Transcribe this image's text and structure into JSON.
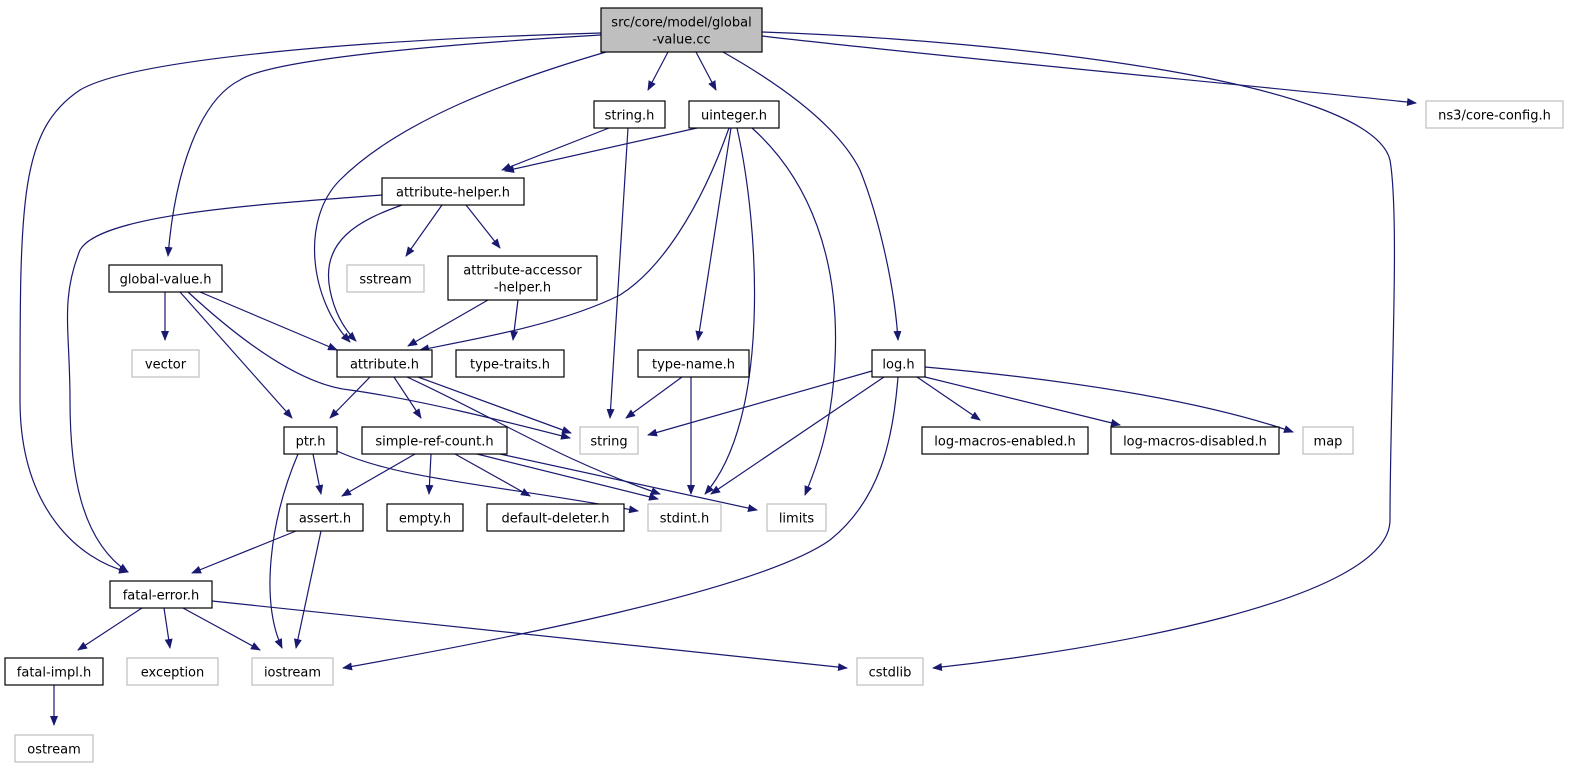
{
  "diagram": {
    "title": "",
    "colors": {
      "edge": "#191970",
      "root_fill": "#bfbfbf",
      "node_border": "#000000",
      "external_border": "#bfbfbf"
    },
    "nodes": [
      {
        "id": "global-value-cc",
        "lines": [
          "src/core/model/global",
          "-value.cc"
        ],
        "kind": "root"
      },
      {
        "id": "string-h",
        "lines": [
          "string.h"
        ],
        "kind": "file"
      },
      {
        "id": "uinteger-h",
        "lines": [
          "uinteger.h"
        ],
        "kind": "file"
      },
      {
        "id": "ns3-core-config-h",
        "lines": [
          "ns3/core-config.h"
        ],
        "kind": "external"
      },
      {
        "id": "attribute-helper-h",
        "lines": [
          "attribute-helper.h"
        ],
        "kind": "file"
      },
      {
        "id": "global-value-h",
        "lines": [
          "global-value.h"
        ],
        "kind": "file"
      },
      {
        "id": "sstream",
        "lines": [
          "sstream"
        ],
        "kind": "external"
      },
      {
        "id": "attribute-accessor-helper-h",
        "lines": [
          "attribute-accessor",
          "-helper.h"
        ],
        "kind": "file"
      },
      {
        "id": "vector",
        "lines": [
          "vector"
        ],
        "kind": "external"
      },
      {
        "id": "attribute-h",
        "lines": [
          "attribute.h"
        ],
        "kind": "file"
      },
      {
        "id": "type-traits-h",
        "lines": [
          "type-traits.h"
        ],
        "kind": "file"
      },
      {
        "id": "type-name-h",
        "lines": [
          "type-name.h"
        ],
        "kind": "file"
      },
      {
        "id": "log-h",
        "lines": [
          "log.h"
        ],
        "kind": "file"
      },
      {
        "id": "ptr-h",
        "lines": [
          "ptr.h"
        ],
        "kind": "file"
      },
      {
        "id": "simple-ref-count-h",
        "lines": [
          "simple-ref-count.h"
        ],
        "kind": "file"
      },
      {
        "id": "string",
        "lines": [
          "string"
        ],
        "kind": "external"
      },
      {
        "id": "log-macros-enabled-h",
        "lines": [
          "log-macros-enabled.h"
        ],
        "kind": "file"
      },
      {
        "id": "log-macros-disabled-h",
        "lines": [
          "log-macros-disabled.h"
        ],
        "kind": "file"
      },
      {
        "id": "map",
        "lines": [
          "map"
        ],
        "kind": "external"
      },
      {
        "id": "assert-h",
        "lines": [
          "assert.h"
        ],
        "kind": "file"
      },
      {
        "id": "empty-h",
        "lines": [
          "empty.h"
        ],
        "kind": "file"
      },
      {
        "id": "default-deleter-h",
        "lines": [
          "default-deleter.h"
        ],
        "kind": "file"
      },
      {
        "id": "stdint-h",
        "lines": [
          "stdint.h"
        ],
        "kind": "external"
      },
      {
        "id": "limits",
        "lines": [
          "limits"
        ],
        "kind": "external"
      },
      {
        "id": "fatal-error-h",
        "lines": [
          "fatal-error.h"
        ],
        "kind": "file"
      },
      {
        "id": "fatal-impl-h",
        "lines": [
          "fatal-impl.h"
        ],
        "kind": "file"
      },
      {
        "id": "exception",
        "lines": [
          "exception"
        ],
        "kind": "external"
      },
      {
        "id": "iostream",
        "lines": [
          "iostream"
        ],
        "kind": "external"
      },
      {
        "id": "cstdlib",
        "lines": [
          "cstdlib"
        ],
        "kind": "external"
      },
      {
        "id": "ostream",
        "lines": [
          "ostream"
        ],
        "kind": "external"
      }
    ],
    "edges": [
      [
        "global-value-cc",
        "string-h"
      ],
      [
        "global-value-cc",
        "uinteger-h"
      ],
      [
        "global-value-cc",
        "ns3-core-config-h"
      ],
      [
        "global-value-cc",
        "global-value-h"
      ],
      [
        "global-value-cc",
        "attribute-h"
      ],
      [
        "global-value-cc",
        "log-h"
      ],
      [
        "global-value-cc",
        "fatal-error-h"
      ],
      [
        "global-value-cc",
        "cstdlib"
      ],
      [
        "string-h",
        "attribute-helper-h"
      ],
      [
        "string-h",
        "string"
      ],
      [
        "uinteger-h",
        "attribute-helper-h"
      ],
      [
        "uinteger-h",
        "attribute-h"
      ],
      [
        "uinteger-h",
        "type-name-h"
      ],
      [
        "uinteger-h",
        "stdint-h"
      ],
      [
        "uinteger-h",
        "limits"
      ],
      [
        "attribute-helper-h",
        "sstream"
      ],
      [
        "attribute-helper-h",
        "attribute-accessor-helper-h"
      ],
      [
        "attribute-helper-h",
        "attribute-h"
      ],
      [
        "attribute-helper-h",
        "fatal-error-h"
      ],
      [
        "global-value-h",
        "vector"
      ],
      [
        "global-value-h",
        "attribute-h"
      ],
      [
        "global-value-h",
        "ptr-h"
      ],
      [
        "global-value-h",
        "string"
      ],
      [
        "attribute-accessor-helper-h",
        "attribute-h"
      ],
      [
        "attribute-accessor-helper-h",
        "type-traits-h"
      ],
      [
        "attribute-h",
        "ptr-h"
      ],
      [
        "attribute-h",
        "simple-ref-count-h"
      ],
      [
        "attribute-h",
        "string"
      ],
      [
        "attribute-h",
        "stdint-h"
      ],
      [
        "type-name-h",
        "string"
      ],
      [
        "type-name-h",
        "stdint-h"
      ],
      [
        "log-h",
        "string"
      ],
      [
        "log-h",
        "stdint-h"
      ],
      [
        "log-h",
        "log-macros-enabled-h"
      ],
      [
        "log-h",
        "log-macros-disabled-h"
      ],
      [
        "log-h",
        "map"
      ],
      [
        "log-h",
        "iostream"
      ],
      [
        "ptr-h",
        "assert-h"
      ],
      [
        "ptr-h",
        "stdint-h"
      ],
      [
        "ptr-h",
        "iostream"
      ],
      [
        "simple-ref-count-h",
        "assert-h"
      ],
      [
        "simple-ref-count-h",
        "empty-h"
      ],
      [
        "simple-ref-count-h",
        "default-deleter-h"
      ],
      [
        "simple-ref-count-h",
        "stdint-h"
      ],
      [
        "simple-ref-count-h",
        "limits"
      ],
      [
        "assert-h",
        "fatal-error-h"
      ],
      [
        "assert-h",
        "iostream"
      ],
      [
        "fatal-error-h",
        "fatal-impl-h"
      ],
      [
        "fatal-error-h",
        "exception"
      ],
      [
        "fatal-error-h",
        "iostream"
      ],
      [
        "fatal-error-h",
        "cstdlib"
      ],
      [
        "fatal-impl-h",
        "ostream"
      ]
    ]
  }
}
